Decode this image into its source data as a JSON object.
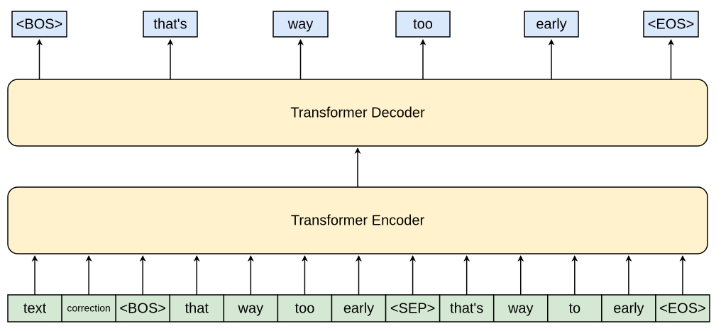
{
  "decoder": {
    "label": "Transformer Decoder",
    "fill": "#fff2cc",
    "stroke": "#000000"
  },
  "encoder": {
    "label": "Transformer Encoder",
    "fill": "#fff2cc",
    "stroke": "#000000"
  },
  "output_tokens": {
    "fill": "#dae8fc",
    "stroke": "#000000",
    "items": [
      "<BOS>",
      "that's",
      "way",
      "too",
      "early",
      "<EOS>"
    ]
  },
  "input_tokens": {
    "fill": "#d5e8d4",
    "stroke": "#000000",
    "items": [
      "text",
      "correction",
      "<BOS>",
      "that",
      "way",
      "too",
      "early",
      "<SEP>",
      "that's",
      "way",
      "to",
      "early",
      "<EOS>"
    ]
  },
  "arrow_color": "#000000"
}
